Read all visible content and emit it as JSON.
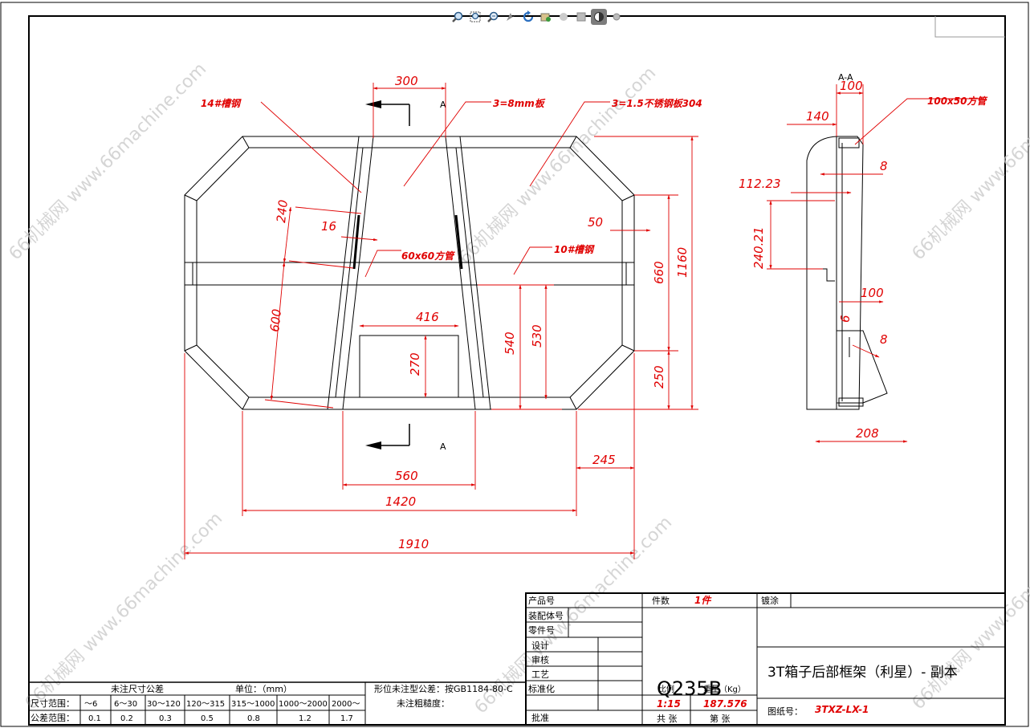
{
  "toolbar": {
    "icons": [
      "zoom-to-fit-icon",
      "zoom-area-icon",
      "zoom-in-out-icon",
      "pan-icon",
      "rotate-icon",
      "select-icon",
      "hide-show-icon",
      "display-style-icon",
      "view-orientation-icon",
      "settings-icon"
    ]
  },
  "drawing": {
    "section_label_top": "A",
    "section_label_bottom": "A",
    "section_view_title": "A-A",
    "dims": {
      "d300": "300",
      "d1910": "1910",
      "d1420": "1420",
      "d560": "560",
      "d245": "245",
      "d416": "416",
      "d270": "270",
      "d540": "540",
      "d530": "530",
      "d660": "660",
      "d1160": "1160",
      "d250": "250",
      "d50": "50",
      "d240": "240",
      "d16": "16",
      "d600": "600",
      "d100a": "100",
      "d140": "140",
      "d8a": "8",
      "d112": "112.23",
      "d240b": "240.21",
      "d100b": "100",
      "d8b": "8",
      "d6": "6",
      "d208": "208"
    },
    "labels": {
      "channel14": "14#槽钢",
      "plate": "3=8mm板",
      "plate304": "3=1.5不锈钢板304",
      "tube60": "60x60方管",
      "channel10": "10#槽钢",
      "tube100": "100x50方管"
    },
    "watermarks": [
      "66机械网 www.66machine.com",
      "66机械网 www.66machine.com",
      "66机械网 www.66machine.com",
      "66机械网 www.66machine.com",
      "66机械网 www.66machine.com",
      "66机械网 www.66machine.com"
    ]
  },
  "title_block": {
    "product_no": "产品号",
    "assembly_no": "装配体号",
    "part_no": "零件号",
    "qty_label": "件数",
    "qty_value": "1件",
    "coating_label": "镀涂",
    "design": "设计",
    "review": "审核",
    "process": "工艺",
    "standard": "标准化",
    "approve": "批准",
    "material": "Q235B",
    "scale_label": "比例",
    "weight_label": "重量（Kg）",
    "scale_value": "1:15",
    "weight_value": "187.576",
    "sheet_total": "共    张",
    "sheet_no": "第    张",
    "title": "3T箱子后部框架（利星）- 副本",
    "drawing_no_label": "图纸号：",
    "drawing_no": "3TXZ-LX-1"
  },
  "tolerance": {
    "header": "未注尺寸公差",
    "unit": "单位：（mm）",
    "geo_tol": "形位未注型公差：按GB1184-80-C",
    "roughness": "未注粗糙度：",
    "row1_label": "尺寸范围：",
    "row2_label": "公差范围：",
    "ranges": [
      "～6",
      "6～30",
      "30～120",
      "120～315",
      "315～1000",
      "1000～2000",
      "2000～"
    ],
    "values": [
      "0.1",
      "0.2",
      "0.3",
      "0.5",
      "0.8",
      "1.2",
      "1.7"
    ]
  },
  "colors": {
    "dimension": "#e00000",
    "outline": "#000000",
    "watermark": "#c8c8c8"
  }
}
